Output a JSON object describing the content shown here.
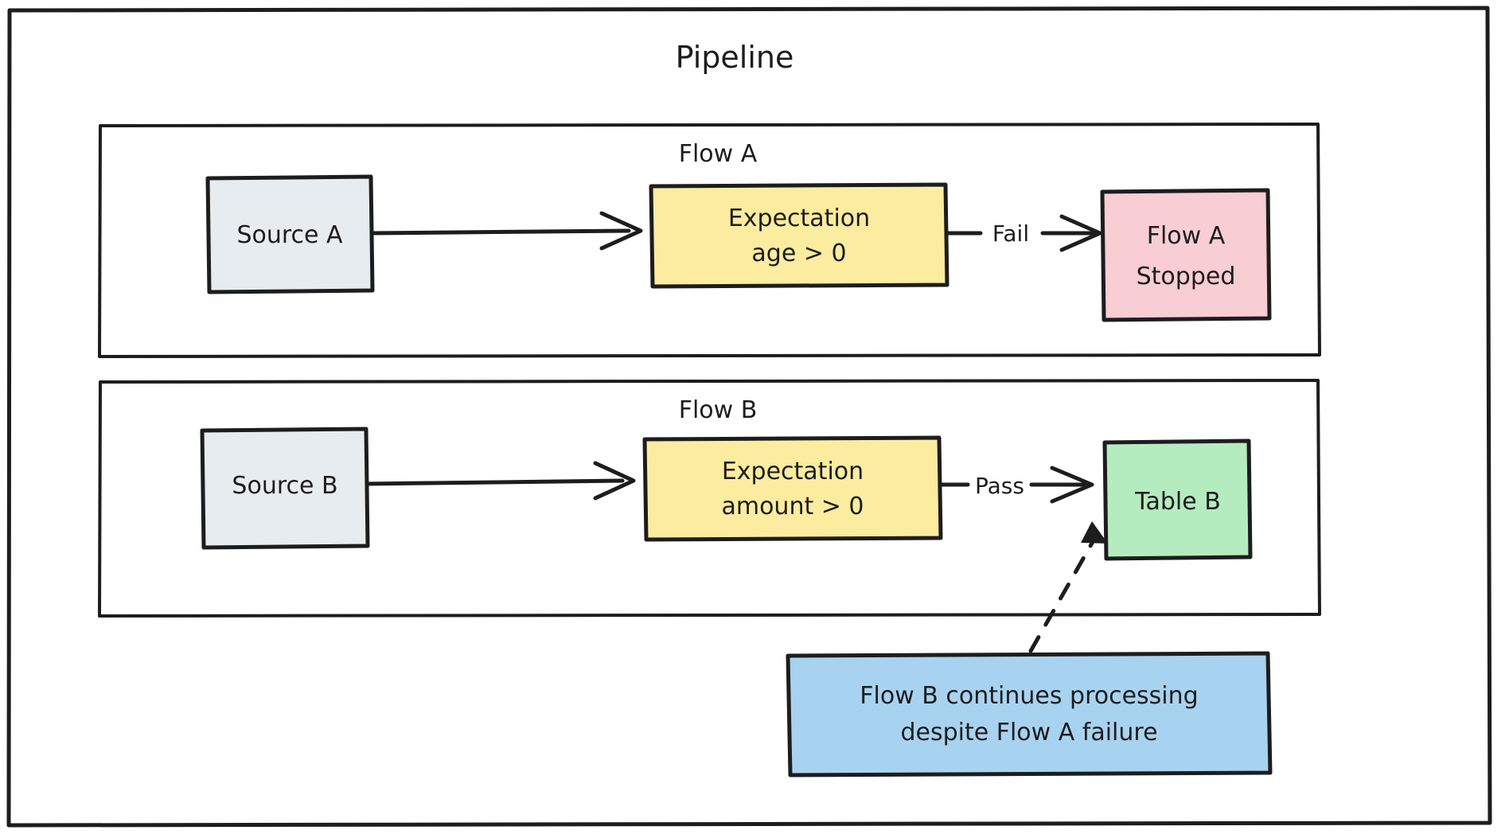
{
  "diagram": {
    "title": "Pipeline",
    "type": "flowchart",
    "colors": {
      "stroke": "#1d1d1d",
      "source_fill": "#e7ecf0",
      "expectation_fill": "#fbeca0",
      "stopped_fill": "#f8cdd3",
      "table_fill": "#b5ecbf",
      "note_fill": "#a8d3f0",
      "background": "#ffffff"
    },
    "groups": [
      {
        "id": "flow-a",
        "label": "Flow A",
        "nodes": [
          {
            "id": "source-a",
            "label": "Source A",
            "kind": "source"
          },
          {
            "id": "expectation-a",
            "label_line1": "Expectation",
            "label_line2": "age > 0",
            "kind": "expectation"
          },
          {
            "id": "flow-a-stopped",
            "label_line1": "Flow A",
            "label_line2": "Stopped",
            "kind": "stopped"
          }
        ],
        "edges": [
          {
            "from": "source-a",
            "to": "expectation-a",
            "label": "",
            "style": "solid"
          },
          {
            "from": "expectation-a",
            "to": "flow-a-stopped",
            "label": "Fail",
            "style": "solid"
          }
        ]
      },
      {
        "id": "flow-b",
        "label": "Flow B",
        "nodes": [
          {
            "id": "source-b",
            "label": "Source B",
            "kind": "source"
          },
          {
            "id": "expectation-b",
            "label_line1": "Expectation",
            "label_line2": "amount > 0",
            "kind": "expectation"
          },
          {
            "id": "table-b",
            "label": "Table B",
            "kind": "table"
          }
        ],
        "edges": [
          {
            "from": "source-b",
            "to": "expectation-b",
            "label": "",
            "style": "solid"
          },
          {
            "from": "expectation-b",
            "to": "table-b",
            "label": "Pass",
            "style": "solid"
          }
        ]
      }
    ],
    "note": {
      "id": "note-flow-b",
      "line1": "Flow B continues processing",
      "line2": "despite Flow A failure",
      "attached_to": "table-b",
      "connector_style": "dashed"
    }
  }
}
